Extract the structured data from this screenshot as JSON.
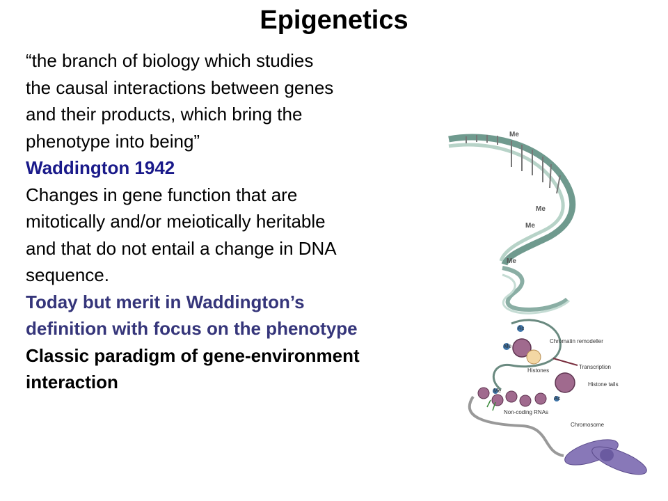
{
  "slide": {
    "title": "Epigenetics",
    "quote": [
      "“the branch of biology which studies",
      "the causal interactions between genes",
      "and their products, which bring the",
      "phenotype into being”"
    ],
    "attribution": "Waddington 1942",
    "definition": [
      "Changes in gene function that are",
      "mitotically and/or meiotically heritable",
      "and that do not entail a change in DNA",
      "sequence."
    ],
    "today": [
      "Today but merit in Waddington’s",
      "definition with focus on the phenotype"
    ],
    "paradigm": [
      "Classic paradigm of gene-environment",
      "interaction"
    ],
    "colors": {
      "navy": "#1a1a8a",
      "slate": "#35357a"
    }
  },
  "figure": {
    "icon": "dna-chromatin-illustration",
    "methyl_labels": [
      "Me",
      "Me",
      "Me",
      "Me"
    ],
    "mark_labels": [
      "Ac",
      "Me",
      "Me",
      "Ac"
    ],
    "labels": {
      "chromatin_remodeller": "Chromatin remodeller",
      "histones": "Histones",
      "transcription": "Transcription",
      "histone_tails": "Histone tails",
      "non_coding_rnas": "Non-coding RNAs",
      "chromosome": "Chromosome"
    }
  }
}
